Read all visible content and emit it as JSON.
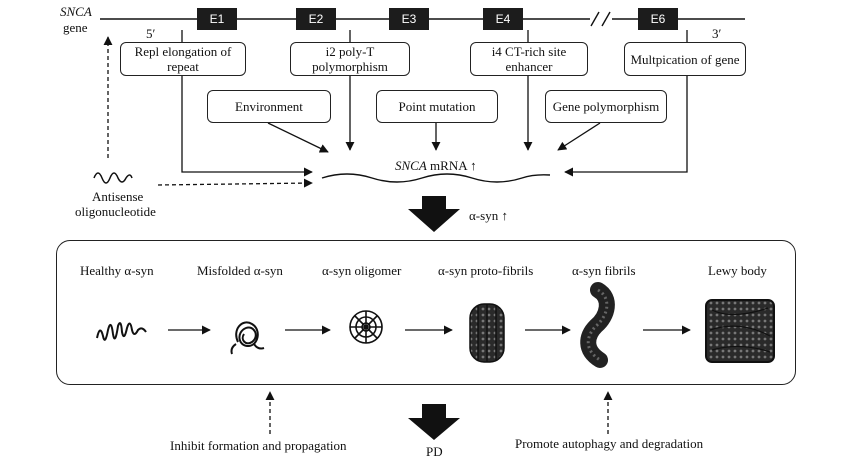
{
  "gene": {
    "name": "SNCA",
    "suffix": "gene",
    "five_prime": "5′",
    "three_prime": "3′",
    "exons": [
      "E1",
      "E2",
      "E3",
      "E4",
      "E6"
    ]
  },
  "regulators": {
    "repl": "Repl elongation of repeat",
    "polyt": "i2 poly-T polymorphism",
    "ctrich": "i4 CT-rich site enhancer",
    "multiplication": "Multpication of gene"
  },
  "factors": {
    "environment": "Environment",
    "point_mutation": "Point mutation",
    "gene_polymorphism": "Gene polymorphism"
  },
  "mrna": {
    "gene": "SNCA",
    "label": "mRNA ↑"
  },
  "antisense": {
    "line1": "Antisense",
    "line2": "oligonucleotide"
  },
  "protein": {
    "label": "α-syn ↑"
  },
  "stages": [
    "Healthy α-syn",
    "Misfolded α-syn",
    "α-syn oligomer",
    "α-syn proto-fibrils",
    "α-syn fibrils",
    "Lewy body"
  ],
  "bottom": {
    "inhibit": "Inhibit formation and propagation",
    "outcome": "PD",
    "promote": "Promote autophagy and degradation"
  }
}
